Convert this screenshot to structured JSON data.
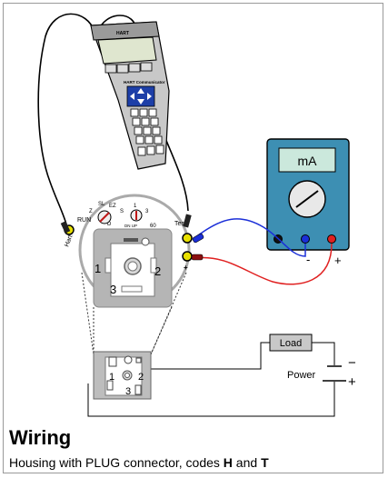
{
  "communicator": {
    "brand": "HART",
    "product_label": "HART Communicator"
  },
  "meter": {
    "unit_label": "mA",
    "minus_label": "-",
    "plus_label": "+"
  },
  "transmitter": {
    "hart_label": "Hart",
    "test_label": "Test",
    "run_label": "RUN",
    "d_label": "D",
    "z_label": "Z",
    "sl_label": "SL",
    "ez_label": "EZ",
    "s_label": "S",
    "num_1": "1",
    "num_3": "3",
    "dn_up": "DN UP",
    "num_60": "60",
    "terminal_1": "1",
    "terminal_2": "2",
    "terminal_3": "3",
    "plus_label": "+"
  },
  "plug": {
    "pin_1": "1",
    "pin_2": "2",
    "pin_3": "3"
  },
  "load": {
    "label": "Load"
  },
  "power": {
    "label": "Power",
    "minus": "−",
    "plus": "+"
  },
  "caption": {
    "title": "Wiring",
    "subtitle_pre": "Housing with PLUG connector, codes ",
    "code_h": "H",
    "subtitle_mid": " and ",
    "code_t": "T"
  },
  "colors": {
    "meter_body": "#3d8fb3",
    "meter_face": "#cbe8dc",
    "wire_blue": "#1b2fd8",
    "wire_red": "#e02020",
    "terminal_yellow": "#e8e000",
    "plate_grey": "#b5b5b5"
  }
}
